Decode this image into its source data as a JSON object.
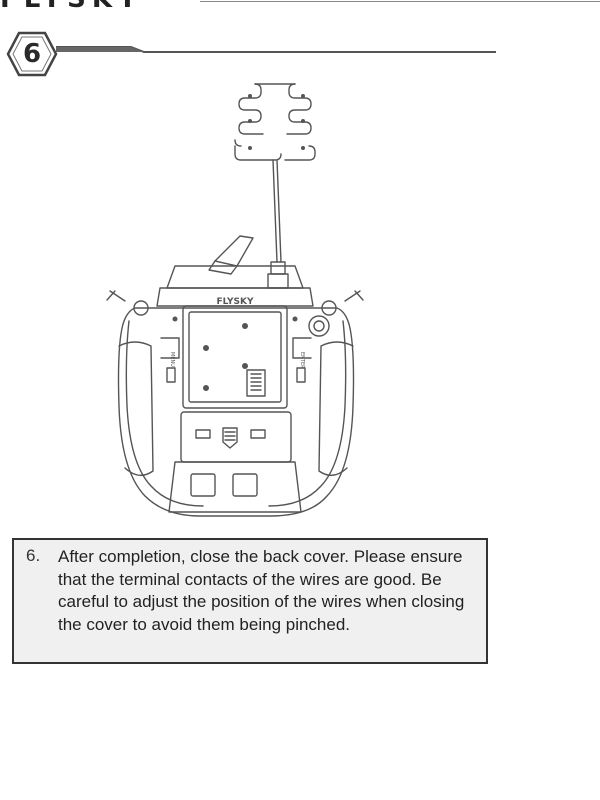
{
  "brand": {
    "logo_text": "FLYSKY"
  },
  "step": {
    "number": "6"
  },
  "figure": {
    "label_top": "FLYSKY",
    "label_left": "MENU",
    "label_right": "ENTER"
  },
  "instruction": {
    "number": "6.",
    "text": "After completion, close the back cover. Please ensure that the terminal contacts of the wires are good. Be careful to adjust the position of the wires when closing the cover to avoid them being pinched."
  },
  "colors": {
    "box_bg": "#f0f0f0",
    "box_border": "#333333",
    "line_art": "#555555"
  }
}
